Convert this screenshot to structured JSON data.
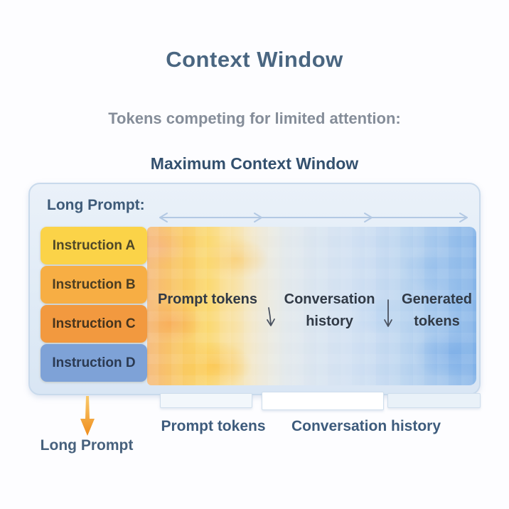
{
  "page": {
    "title": "Context Window",
    "subtitle": "Tokens competing for limited attention:",
    "heading": "Maximum Context Window"
  },
  "context_box": {
    "label": "Long Prompt:",
    "instructions": [
      {
        "label": "Instruction A",
        "color": "#fbd348",
        "text_color": "#4f4828"
      },
      {
        "label": "Instruction B",
        "color": "#f7ae44",
        "text_color": "#4b3d22"
      },
      {
        "label": "Instruction C",
        "color": "#f2993f",
        "text_color": "#46341d"
      },
      {
        "label": "Instruction D",
        "color": "#7ea2d7",
        "text_color": "#2b3a52"
      }
    ],
    "segments": [
      {
        "line1": "Prompt tokens",
        "line2": ""
      },
      {
        "line1": "Conversation",
        "line2": "history"
      },
      {
        "line1": "Generated",
        "line2": "tokens"
      }
    ]
  },
  "bottom": {
    "long_prompt_label": "Long Prompt",
    "prompt_tokens_label": "Prompt tokens",
    "conversation_history_label": "Conversation history"
  },
  "colors": {
    "title_text": "#4a6681",
    "subtitle_text": "#858d99",
    "heading_text": "#33506e",
    "box_fill": "#e0ebf6",
    "box_border": "#c9daec",
    "span_arrow": "#b3c9e3",
    "segment_text": "#313a46",
    "caption_text": "#3d5b7c",
    "orange_arrow": "#ef8d1d",
    "gradient_left": "#f6b877",
    "gradient_mid": "#e3e9ec",
    "gradient_right": "#85b4e8"
  }
}
